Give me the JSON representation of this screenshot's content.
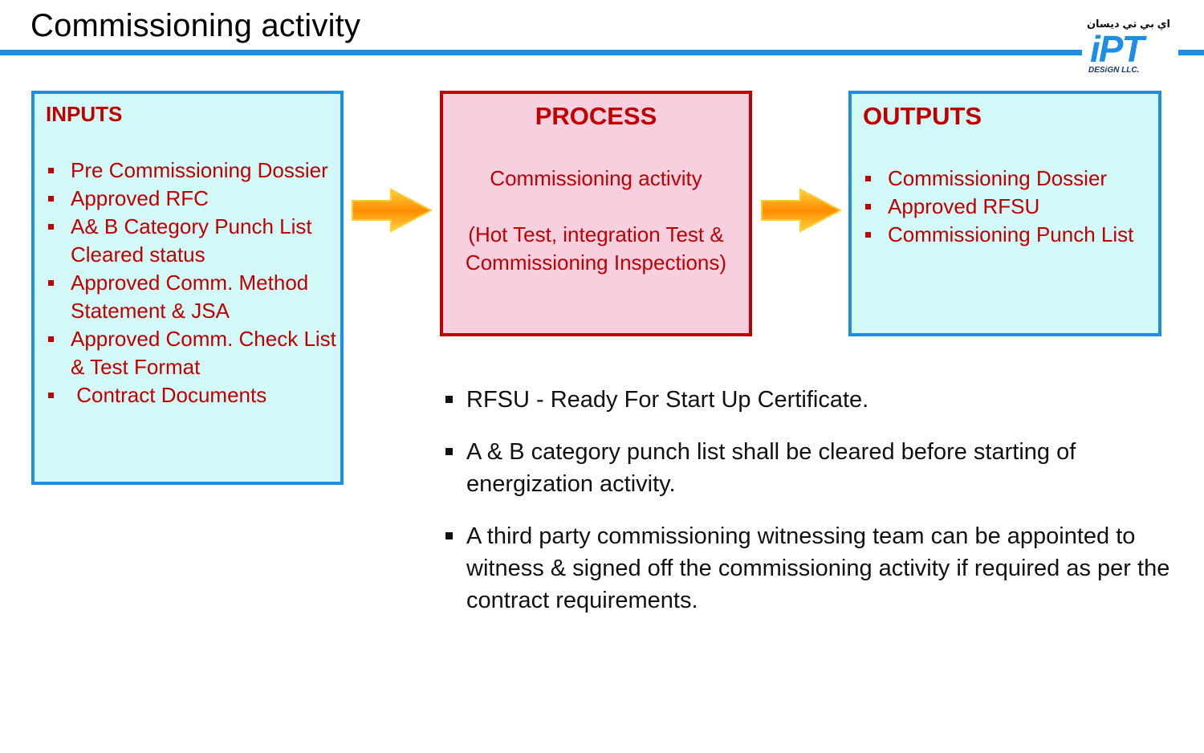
{
  "title": "Commissioning activity",
  "logo": {
    "arabic": "اي بي تي ديسان",
    "mark": "iPT",
    "sub": "DESiGN LLC."
  },
  "colors": {
    "accent_blue": "#1e8ee3",
    "dark_red": "#c00000",
    "cyan_fill": "#d2f8f8",
    "pink_fill": "#f6d0df",
    "arrow_orange": "#ff8c00",
    "arrow_yellow": "#ffd23f"
  },
  "inputs": {
    "heading": "INPUTS",
    "items": [
      "Pre Commissioning Dossier",
      "Approved RFC",
      "A& B Category Punch List Cleared status",
      "Approved Comm. Method Statement & JSA",
      "Approved Comm. Check List & Test Format",
      " Contract Documents"
    ]
  },
  "process": {
    "heading": "PROCESS",
    "line1": "Commissioning activity",
    "line2": "(Hot Test, integration Test & Commissioning Inspections)"
  },
  "outputs": {
    "heading": "OUTPUTS",
    "items": [
      "Commissioning Dossier",
      "Approved RFSU",
      "Commissioning Punch List"
    ]
  },
  "notes": [
    "RFSU - Ready For Start Up Certificate.",
    "A & B category punch list shall be cleared before starting of energization activity.",
    "A third party commissioning witnessing team can be appointed to witness & signed off the commissioning activity if required as per the contract requirements."
  ]
}
